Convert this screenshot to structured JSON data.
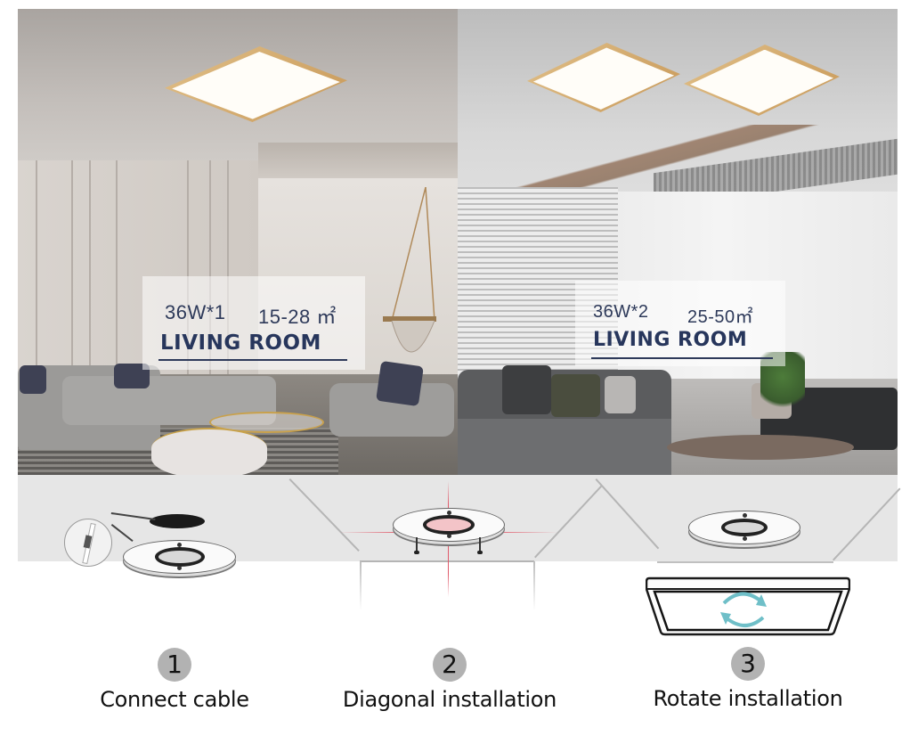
{
  "scenes": [
    {
      "id": "left",
      "power_spec": "36W*1",
      "area_spec": "15-28 ㎡",
      "room_label": "LIVING ROOM",
      "lamp_count": 1
    },
    {
      "id": "right",
      "power_spec": "36W*2",
      "area_spec": "25-50㎡",
      "room_label": "LIVING ROOM",
      "lamp_count": 2
    }
  ],
  "install_steps": [
    {
      "number": "1",
      "label": "Connect cable",
      "illustration": "cable-connection-icon"
    },
    {
      "number": "2",
      "label": "Diagonal installation",
      "illustration": "laser-alignment-icon"
    },
    {
      "number": "3",
      "label": "Rotate installation",
      "illustration": "rotate-arrows-icon"
    }
  ],
  "colors": {
    "label_text": "#2e3a5a",
    "step_badge": "#b2b2b2",
    "laser": "#e05a6a",
    "rotate_arrows": "#6fbfc8",
    "lamp_wood": "#d4aa6e",
    "strip_background": "#e6e6e6"
  }
}
